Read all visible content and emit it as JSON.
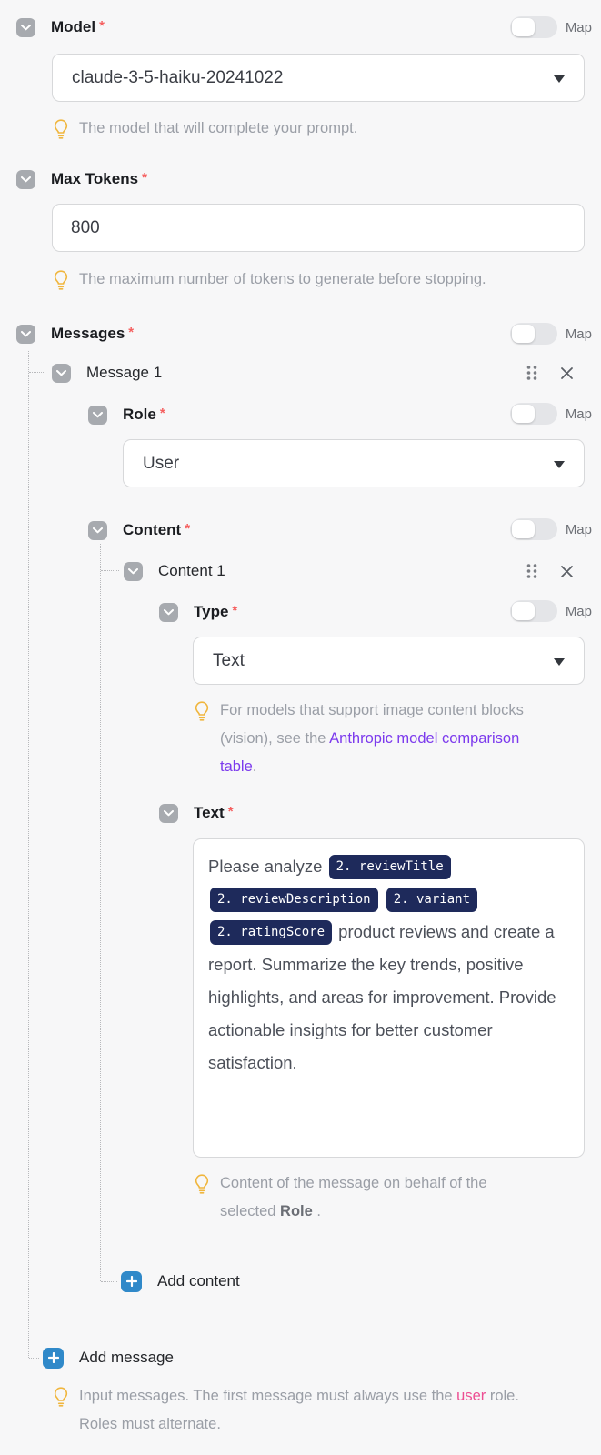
{
  "model": {
    "label": "Model",
    "required_marker": "*",
    "map_label": "Map",
    "map_on": false,
    "value": "claude-3-5-haiku-20241022",
    "hint": "The model that will complete your prompt."
  },
  "max_tokens": {
    "label": "Max Tokens",
    "required_marker": "*",
    "value": "800",
    "hint": "The maximum number of tokens to generate before stopping."
  },
  "messages": {
    "label": "Messages",
    "required_marker": "*",
    "map_label": "Map",
    "map_on": false,
    "add_message_label": "Add message",
    "hint": {
      "before": "Input messages. The first message must always use the ",
      "highlight": "user",
      "after": " role. Roles must alternate."
    },
    "message_1": {
      "label": "Message 1",
      "role": {
        "label": "Role",
        "required_marker": "*",
        "map_label": "Map",
        "map_on": false,
        "value": "User"
      },
      "content": {
        "label": "Content",
        "required_marker": "*",
        "map_label": "Map",
        "map_on": false,
        "add_content_label": "Add content",
        "content_1": {
          "label": "Content 1",
          "type": {
            "label": "Type",
            "required_marker": "*",
            "map_label": "Map",
            "map_on": false,
            "value": "Text",
            "hint": {
              "before": "For models that support image content blocks (vision), see the ",
              "link": "Anthropic model comparison table",
              "after": "."
            }
          },
          "text": {
            "label": "Text",
            "required_marker": "*",
            "segments": [
              {
                "type": "text",
                "value": "Please analyze "
              },
              {
                "type": "chip",
                "value": "2. reviewTitle"
              },
              {
                "type": "text",
                "value": " "
              },
              {
                "type": "chip",
                "value": "2. reviewDescription"
              },
              {
                "type": "text",
                "value": " "
              },
              {
                "type": "chip",
                "value": "2. variant"
              },
              {
                "type": "text",
                "value": " "
              },
              {
                "type": "chip",
                "value": "2. ratingScore"
              },
              {
                "type": "text",
                "value": " product reviews and create a report. Summarize the key trends, positive highlights, and areas for improvement. Provide actionable insights for better customer satisfaction."
              }
            ],
            "hint": {
              "before": "Content of the message on behalf of the selected ",
              "bold": "Role",
              "after": " ."
            }
          }
        }
      }
    }
  },
  "colors": {
    "chip_bg": "#1e2a5b",
    "add_button_blue": "#3089c9",
    "link_purple": "#7c3aed",
    "user_pink": "#ed4f93",
    "asterisk_red": "#f56060",
    "bulb_amber": "#f0b63e",
    "background": "#f7f7f8"
  }
}
